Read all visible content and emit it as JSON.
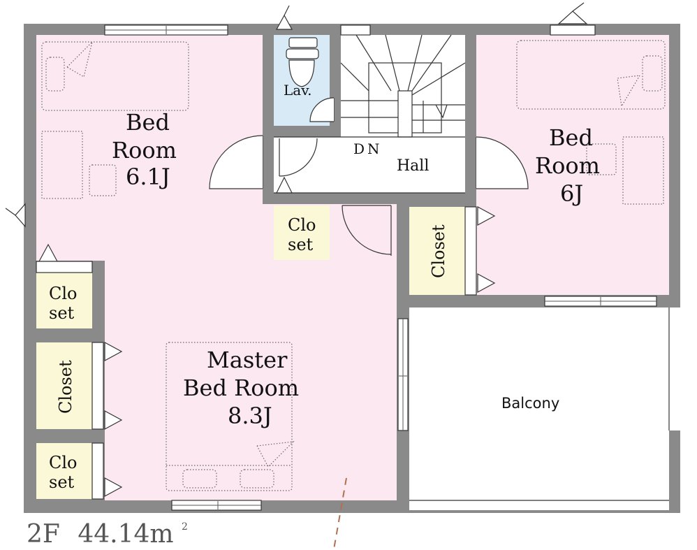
{
  "rooms": {
    "bed_left": {
      "line1": "Bed",
      "line2": "Room",
      "size": "6.1J"
    },
    "bed_right": {
      "line1": "Bed",
      "line2": "Room",
      "size": "6J"
    },
    "master": {
      "line1": "Master",
      "line2": "Bed Room",
      "size": "8.3J"
    },
    "lav": "Lav.",
    "hall": "Hall",
    "down": "DN",
    "balcony": "Balcony",
    "closet_center": {
      "line1": "Clo",
      "line2": "set"
    },
    "closet_left_top": {
      "line1": "Clo",
      "line2": "set"
    },
    "closet_left_mid": "Closet",
    "closet_left_bottom": {
      "line1": "Clo",
      "line2": "set"
    },
    "closet_right": "Closet"
  },
  "floor": {
    "level": "2F",
    "area": "44.14m",
    "area_unit_sup": "2"
  },
  "colors": {
    "wall": "#8a8a8a",
    "bedroom": "#fce8f0",
    "lavatory": "#d8eaf6",
    "closet": "#fbf8d8"
  }
}
